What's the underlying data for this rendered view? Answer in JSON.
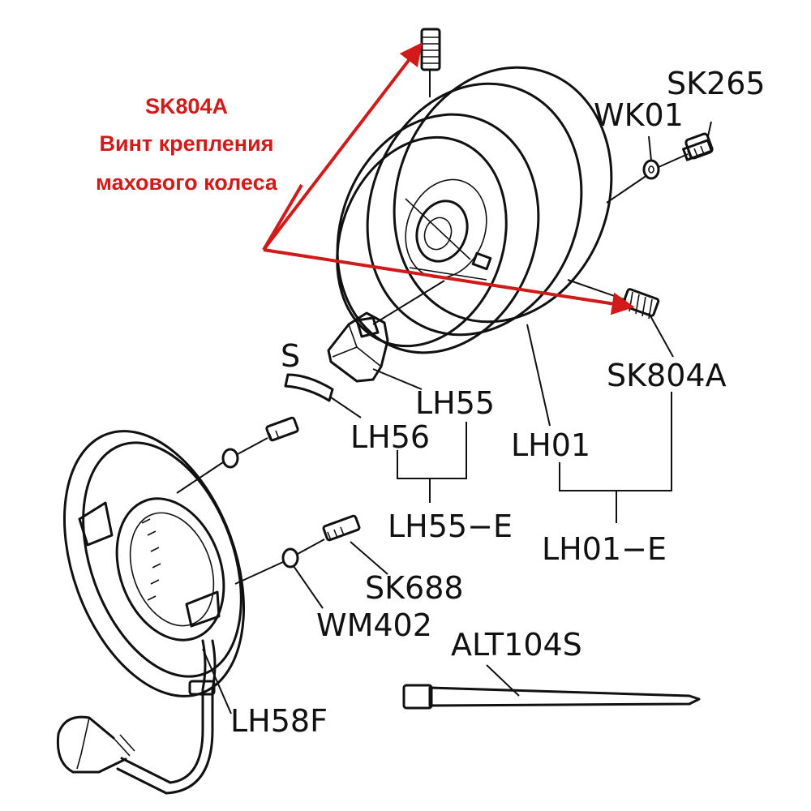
{
  "callout": {
    "code": "SK804A",
    "line1": "Винт крепления",
    "line2": "махового колеса",
    "color": "#d11a1a"
  },
  "labels": {
    "sk265": "SK265",
    "wk01": "WK01",
    "sk804a": "SK804A",
    "s": "S",
    "lh55": "LH55",
    "lh56": "LH56",
    "lh01": "LH01",
    "lh55e": "LH55−E",
    "lh01e": "LH01−E",
    "sk688": "SK688",
    "wm402": "WM402",
    "alt104s": "ALT104S",
    "lh58f": "LH58F"
  }
}
